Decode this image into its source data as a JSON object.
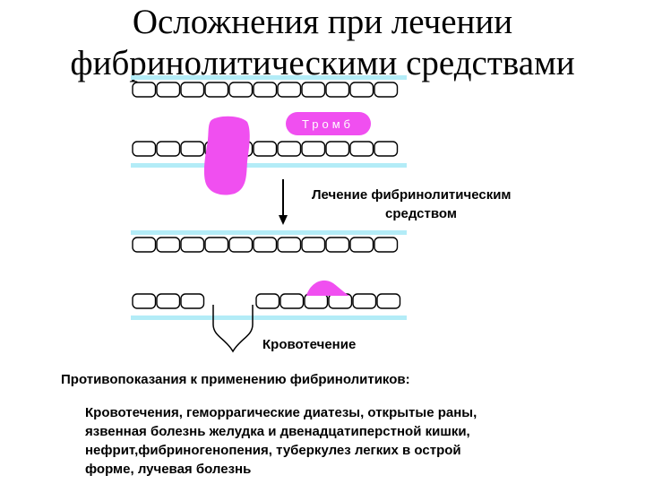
{
  "title": {
    "line1": "Осложнения при лечении",
    "line2": "фибринолитическими средствами"
  },
  "diagram": {
    "thrombus_label": "Тромб",
    "treatment_label_line1": "Лечение фибринолитическим",
    "treatment_label_line2": "средством",
    "bleeding_label": "Кровотечение"
  },
  "contraindications": {
    "heading": "Противопоказания к применению фибринолитиков:",
    "lines": [
      "Кровотечения, геморрагические диатезы, открытые раны,",
      "язвенная болезнь желудка и двенадцатиперстной кишки,",
      "нефрит,фибриногенопения, туберкулез легких в острой",
      "форме, лучевая болезнь"
    ]
  },
  "colors": {
    "vessel_wall": "#b3ecf7",
    "thrombus": "#f04ff0",
    "cell_outline": "#000000"
  }
}
